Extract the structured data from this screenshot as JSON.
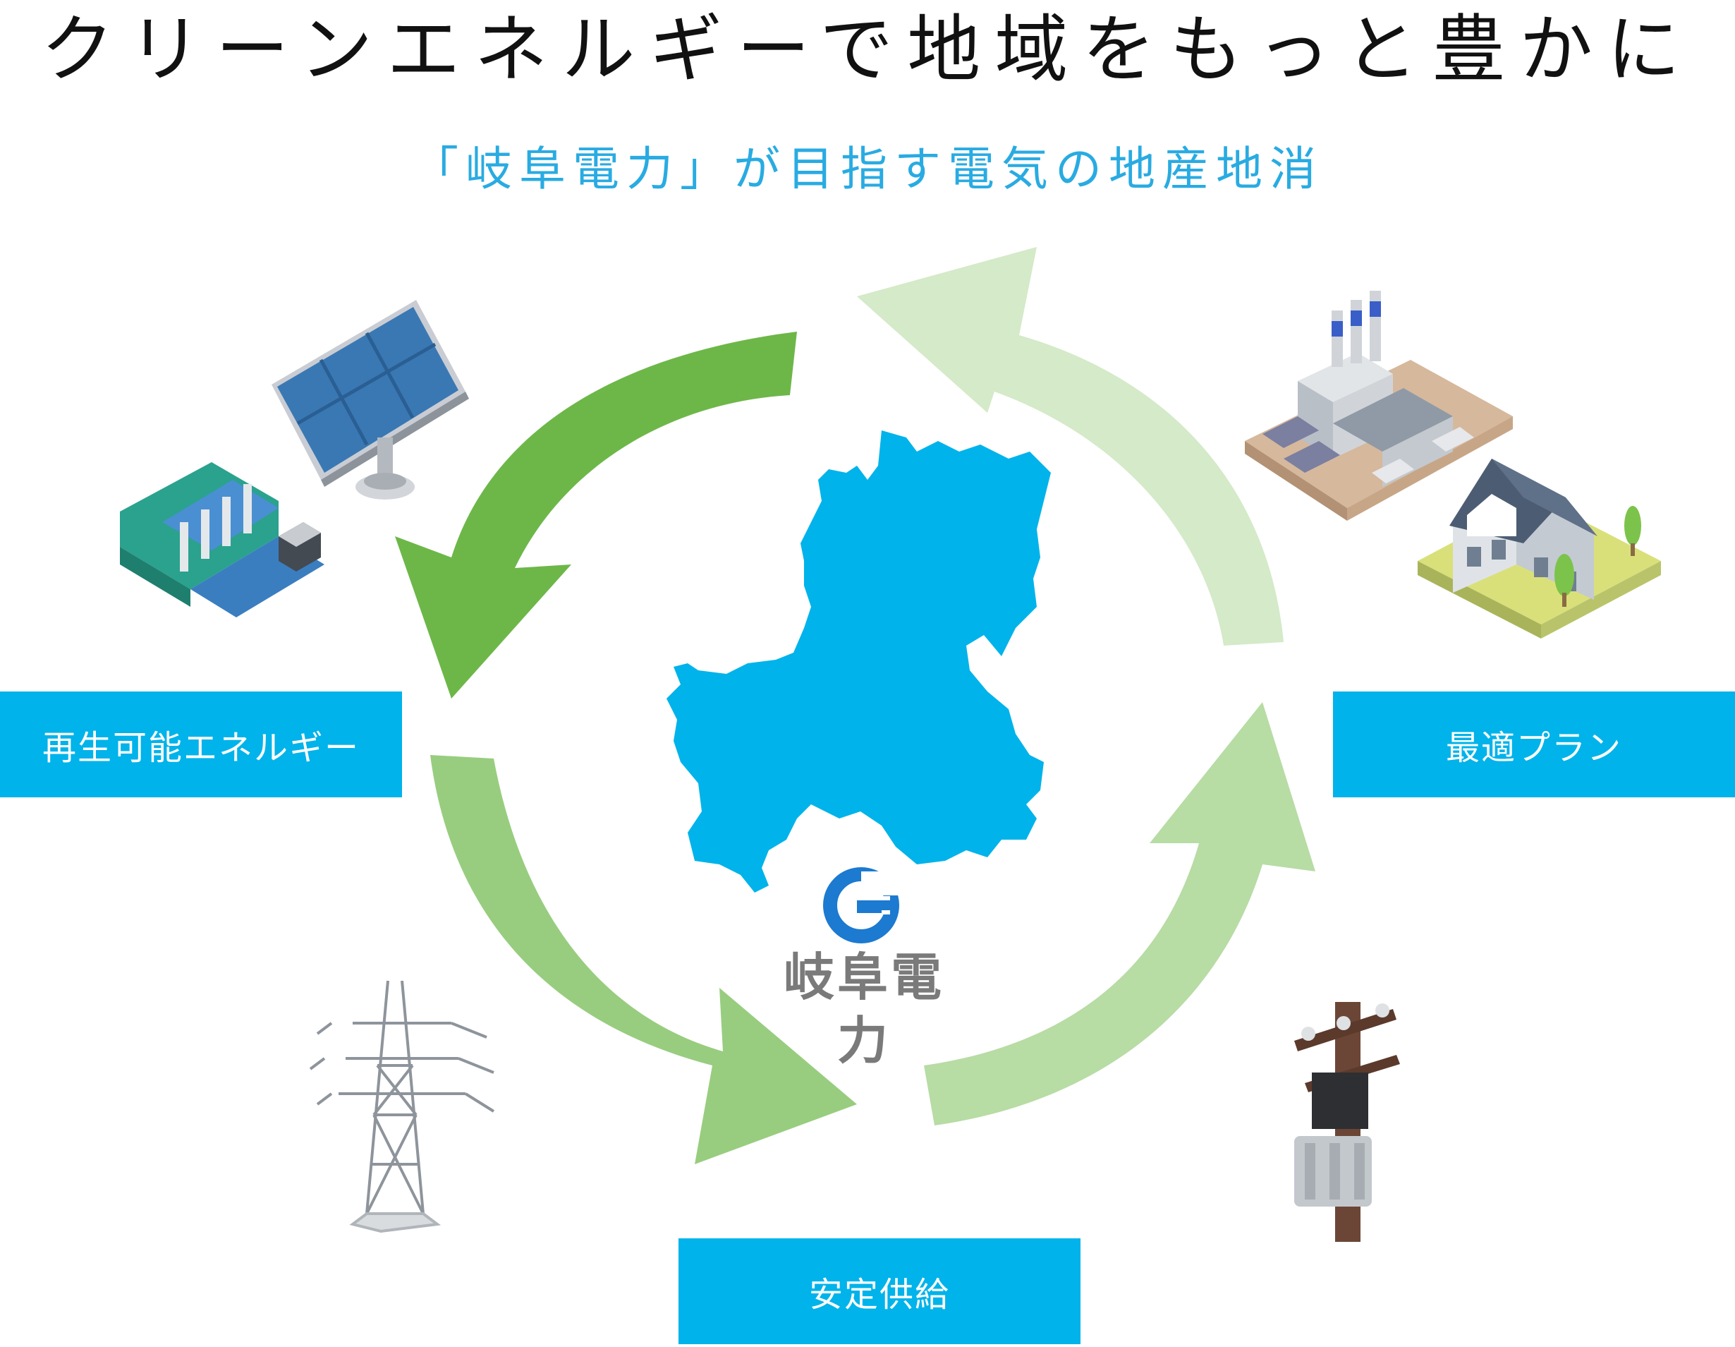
{
  "headline": "クリーンエネルギーで地域をもっと豊かに",
  "subtitle": "「岐阜電力」が目指す電気の地産地消",
  "labels": {
    "renewable": "再生可能エネルギー",
    "plan": "最適プラン",
    "supply": "安定供給"
  },
  "logo": {
    "name": "岐阜電力",
    "mark_letter": "G"
  },
  "icons": [
    "solar-panel-icon",
    "hydro-dam-icon",
    "factory-icon",
    "house-icon",
    "power-tower-icon",
    "utility-pole-icon",
    "gifu-map-icon"
  ],
  "colors": {
    "headline": "#111111",
    "subtitle": "#29abe2",
    "label_box": "#00b3ea",
    "map": "#00b3ea",
    "arrow_dark": "#6db749",
    "arrow_mid": "#98cd7f",
    "arrow_light1": "#b7dca4",
    "arrow_light2": "#d4eac8",
    "logo_blue": "#1c7ad0",
    "logo_text": "#7a7a7a"
  }
}
